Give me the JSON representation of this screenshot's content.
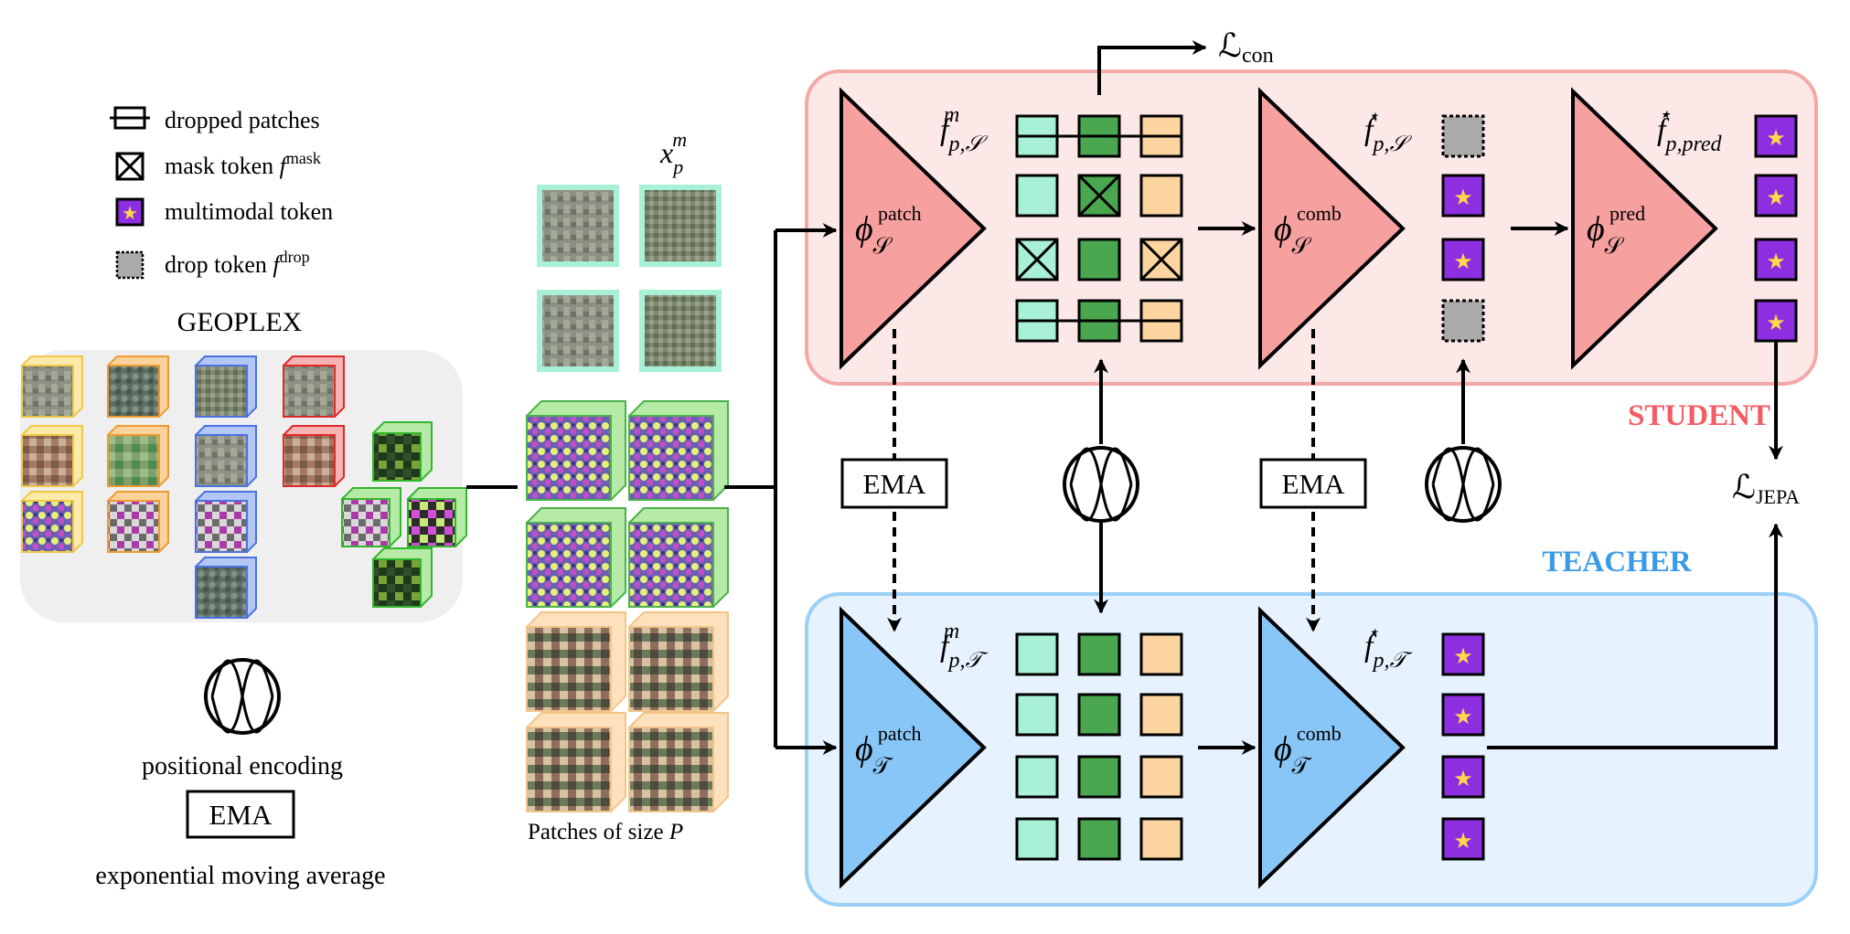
{
  "legend": {
    "dropped": "dropped patches",
    "mask_prefix": "mask token ",
    "mask_sym": "f",
    "mask_sup": "mask",
    "multimodal": "multimodal token",
    "drop_prefix": "drop token ",
    "drop_sym": "f",
    "drop_sup": "drop",
    "posenc": "positional encoding",
    "ema_box": "EMA",
    "ema_desc": "exponential moving average"
  },
  "dataset": {
    "title": "GEOPLEX"
  },
  "patches": {
    "top_sym": "x",
    "top_sub": "p",
    "top_sup": "m",
    "caption_pre": "Patches  of  size  ",
    "caption_var": "P"
  },
  "student": {
    "label": "STUDENT",
    "color": "#f25c62",
    "bg": "#fde8e8",
    "patch_enc": {
      "sym": "ϕ",
      "sub": "𝒮",
      "sup": "patch"
    },
    "comb_enc": {
      "sym": "ϕ",
      "sub": "𝒮",
      "sup": "comb"
    },
    "pred_enc": {
      "sym": "ϕ",
      "sub": "𝒮",
      "sup": "pred"
    },
    "feat": {
      "sym": "f",
      "sub": "p,𝒮",
      "sup": "m"
    },
    "comb_feat": {
      "sym": "f",
      "sub": "p,𝒮",
      "sup": "⋆"
    },
    "pred_feat": {
      "sym": "f",
      "sub": "p,pred",
      "sup": "⋆"
    }
  },
  "teacher": {
    "label": "TEACHER",
    "color": "#3a9ae8",
    "bg": "#e6f3fe",
    "patch_enc": {
      "sym": "ϕ",
      "sub": "𝒯",
      "sup": "patch"
    },
    "comb_enc": {
      "sym": "ϕ",
      "sub": "𝒯",
      "sup": "comb"
    },
    "feat": {
      "sym": "f",
      "sub": "p,𝒯",
      "sup": "m"
    },
    "comb_feat": {
      "sym": "f",
      "sub": "p,𝒯",
      "sup": "⋆"
    }
  },
  "ema_label": "EMA",
  "loss_con": {
    "sym": "ℒ",
    "sub": "con"
  },
  "loss_jepa": {
    "sym": "ℒ",
    "sub": "JEPA"
  },
  "colors": {
    "mint": "#a8f0d6",
    "green": "#4aa64f",
    "peach": "#fdd5a0",
    "purple": "#8d2fe0",
    "star": "#ffd94a",
    "gray": "#aaaaaa",
    "student_tri": "#f7a0a0",
    "teacher_tri": "#88c6f7"
  },
  "icons": [
    "dropped-patch-icon",
    "mask-token-icon",
    "multimodal-token-icon",
    "drop-token-icon",
    "positional-encoding-icon"
  ]
}
